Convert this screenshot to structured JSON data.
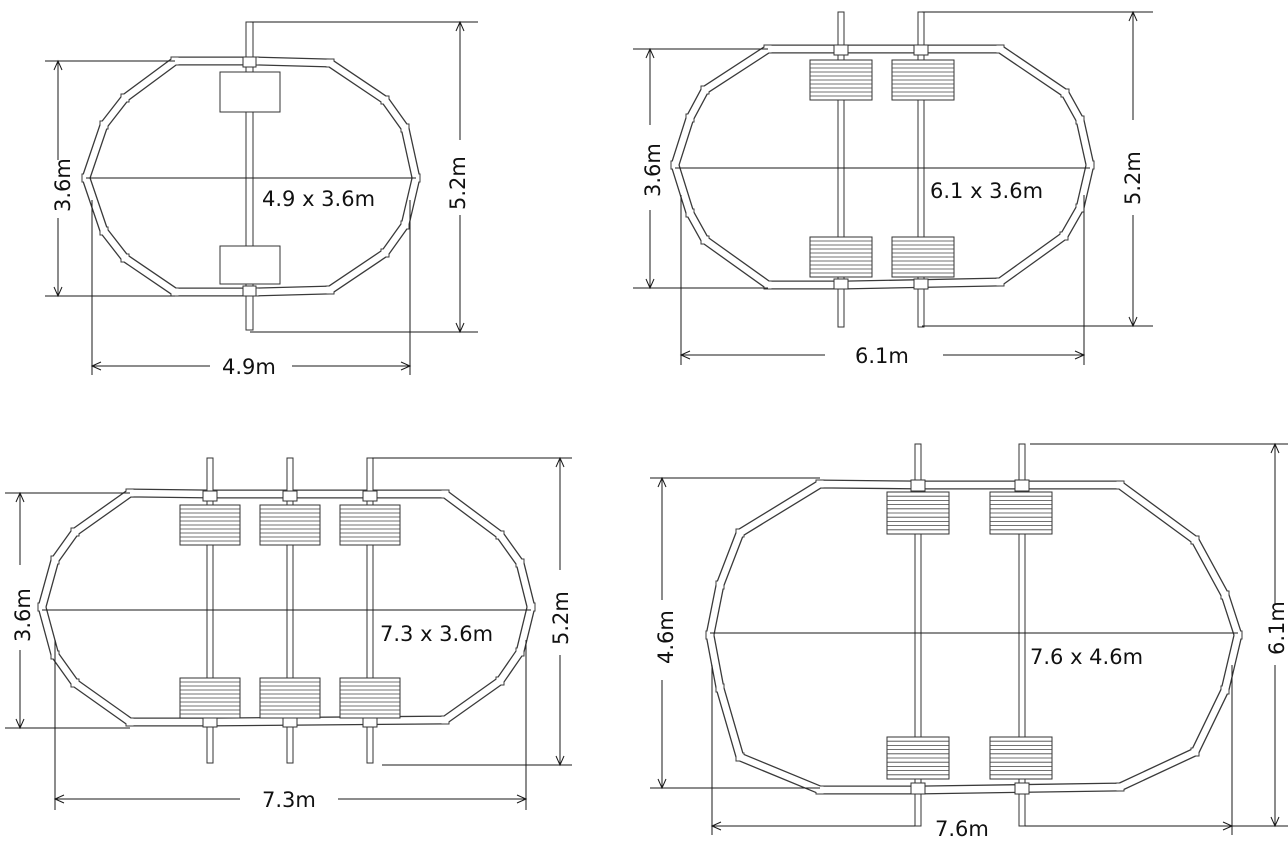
{
  "layouts": [
    {
      "id": "small",
      "size_label": "4.9 x 3.6m",
      "width_label": "4.9m",
      "depth_label": "3.6m",
      "overall_label": "5.2m",
      "walkers": 1
    },
    {
      "id": "medium",
      "size_label": "6.1 x 3.6m",
      "width_label": "6.1m",
      "depth_label": "3.6m",
      "overall_label": "5.2m",
      "walkers": 2
    },
    {
      "id": "large",
      "size_label": "7.3 x 3.6m",
      "width_label": "7.3m",
      "depth_label": "3.6m",
      "overall_label": "5.2m",
      "walkers": 3
    },
    {
      "id": "xlarge",
      "size_label": "7.6 x 4.6m",
      "width_label": "7.6m",
      "depth_label": "4.6m",
      "overall_label": "6.1m",
      "walkers": 2
    }
  ],
  "colors": {
    "line": "#1a1a1a",
    "tube": "#3a3a3a",
    "background": "#ffffff"
  }
}
